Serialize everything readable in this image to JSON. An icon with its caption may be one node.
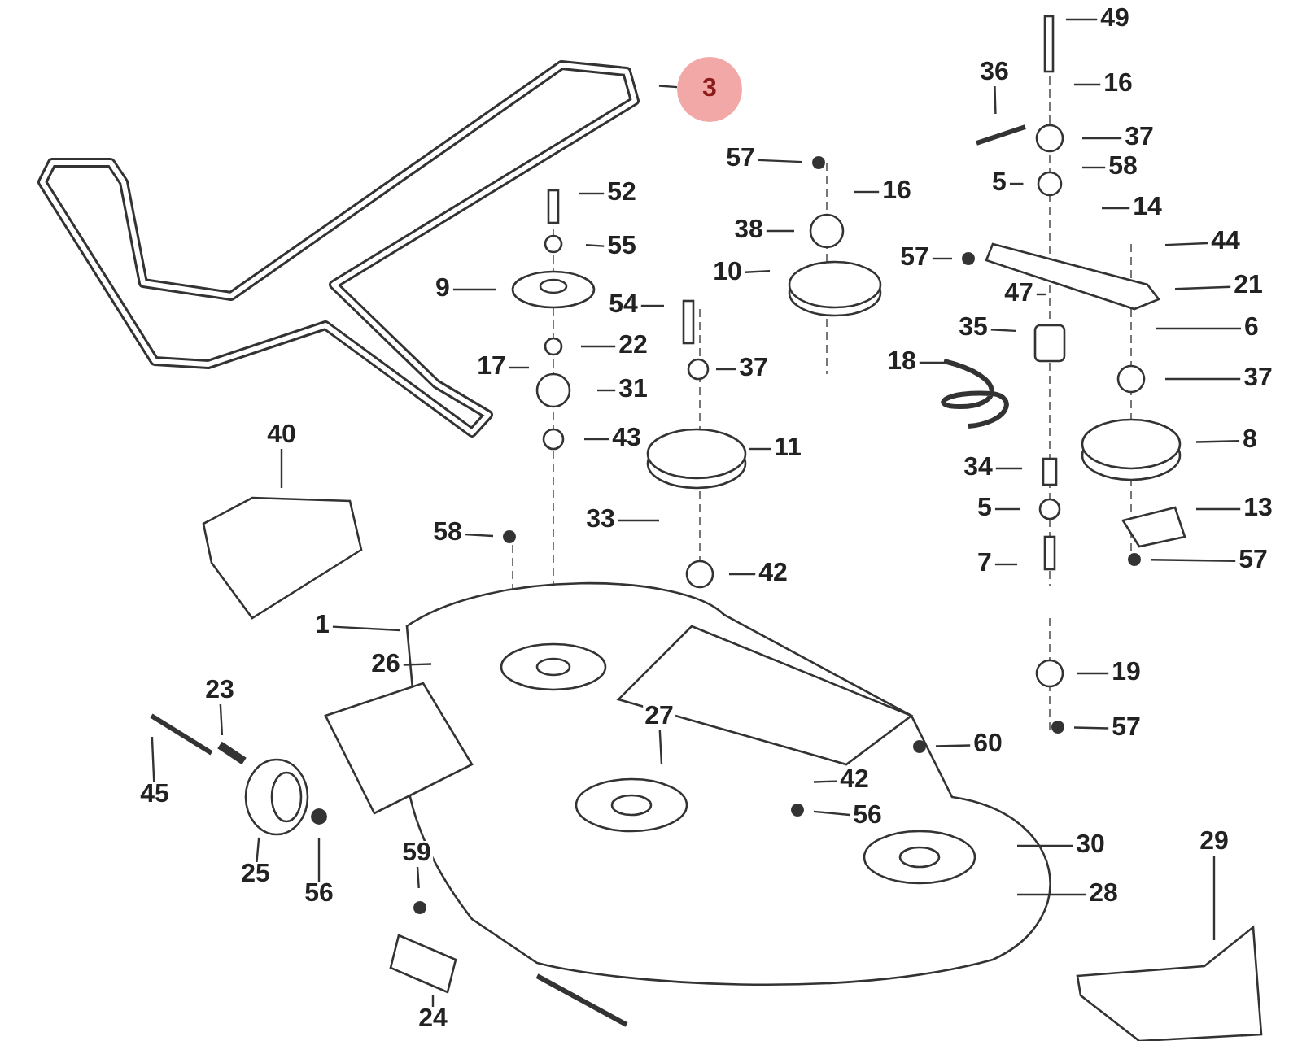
{
  "diagram": {
    "nodes": [
      {
        "text": [
          "49"
        ]
      },
      {
        "text": [
          "16"
        ]
      },
      {
        "text": [
          "3"
        ]
      },
      {
        "text": [
          "36"
        ]
      },
      {
        "text": [
          "37"
        ]
      },
      {
        "text": [
          "57"
        ]
      },
      {
        "text": [
          "58"
        ]
      },
      {
        "text": [
          "5"
        ]
      },
      {
        "text": [
          "16"
        ]
      },
      {
        "text": [
          "52"
        ]
      },
      {
        "text": [
          "14"
        ]
      },
      {
        "text": [
          "38"
        ]
      },
      {
        "text": [
          "44"
        ]
      },
      {
        "text": [
          "55"
        ]
      },
      {
        "text": [
          "57"
        ]
      },
      {
        "text": [
          "10"
        ]
      },
      {
        "text": [
          "21"
        ]
      },
      {
        "text": [
          "9"
        ]
      },
      {
        "text": [
          "47"
        ]
      },
      {
        "text": [
          "54"
        ]
      },
      {
        "text": [
          "35"
        ]
      },
      {
        "text": [
          "6"
        ]
      },
      {
        "text": [
          "22"
        ]
      },
      {
        "text": [
          "18"
        ]
      },
      {
        "text": [
          "17"
        ]
      },
      {
        "text": [
          "37"
        ]
      },
      {
        "text": [
          "37"
        ]
      },
      {
        "text": [
          "31"
        ]
      },
      {
        "text": [
          "43"
        ]
      },
      {
        "text": [
          "40"
        ]
      },
      {
        "text": [
          "11"
        ]
      },
      {
        "text": [
          "8"
        ]
      },
      {
        "text": [
          "34"
        ]
      },
      {
        "text": [
          "5"
        ]
      },
      {
        "text": [
          "13"
        ]
      },
      {
        "text": [
          "33"
        ]
      },
      {
        "text": [
          "58"
        ]
      },
      {
        "text": [
          "7"
        ]
      },
      {
        "text": [
          "57"
        ]
      },
      {
        "text": [
          "42"
        ]
      },
      {
        "text": [
          "1"
        ]
      },
      {
        "text": [
          "26"
        ]
      },
      {
        "text": [
          "19"
        ]
      },
      {
        "text": [
          "23"
        ]
      },
      {
        "text": [
          "27"
        ]
      },
      {
        "text": [
          "57"
        ]
      },
      {
        "text": [
          "60"
        ]
      },
      {
        "text": [
          "42"
        ]
      },
      {
        "text": [
          "45"
        ]
      },
      {
        "text": [
          "56"
        ]
      },
      {
        "text": [
          "30"
        ]
      },
      {
        "text": [
          "25"
        ]
      },
      {
        "text": [
          "59"
        ]
      },
      {
        "text": [
          "56"
        ]
      },
      {
        "text": [
          "29"
        ]
      },
      {
        "text": [
          "28"
        ]
      },
      {
        "text": [
          "24"
        ]
      }
    ],
    "edges": [
      {
        "from": 0,
        "to": null,
        "arrow": "none"
      },
      {
        "from": 1,
        "to": null,
        "arrow": "none"
      },
      {
        "from": 2,
        "to": null,
        "arrow": "none"
      },
      {
        "from": 3,
        "to": null,
        "arrow": "none"
      },
      {
        "from": 4,
        "to": null,
        "arrow": "none"
      },
      {
        "from": 5,
        "to": null,
        "arrow": "none"
      },
      {
        "from": 6,
        "to": null,
        "arrow": "none"
      },
      {
        "from": 7,
        "to": null,
        "arrow": "none"
      },
      {
        "from": 8,
        "to": null,
        "arrow": "none"
      },
      {
        "from": 9,
        "to": null,
        "arrow": "none"
      },
      {
        "from": 10,
        "to": null,
        "arrow": "none"
      },
      {
        "from": 11,
        "to": null,
        "arrow": "none"
      },
      {
        "from": 12,
        "to": null,
        "arrow": "none"
      },
      {
        "from": 13,
        "to": null,
        "arrow": "none"
      },
      {
        "from": 14,
        "to": null,
        "arrow": "none"
      },
      {
        "from": 15,
        "to": null,
        "arrow": "none"
      },
      {
        "from": 16,
        "to": null,
        "arrow": "none"
      },
      {
        "from": 17,
        "to": null,
        "arrow": "none"
      },
      {
        "from": 18,
        "to": null,
        "arrow": "none"
      },
      {
        "from": 19,
        "to": null,
        "arrow": "none"
      },
      {
        "from": 20,
        "to": null,
        "arrow": "none"
      },
      {
        "from": 21,
        "to": null,
        "arrow": "none"
      },
      {
        "from": 22,
        "to": null,
        "arrow": "none"
      },
      {
        "from": 23,
        "to": null,
        "arrow": "none"
      },
      {
        "from": 24,
        "to": null,
        "arrow": "none"
      },
      {
        "from": 25,
        "to": null,
        "arrow": "none"
      },
      {
        "from": 26,
        "to": null,
        "arrow": "none"
      },
      {
        "from": 27,
        "to": null,
        "arrow": "none"
      },
      {
        "from": 28,
        "to": null,
        "arrow": "none"
      },
      {
        "from": 29,
        "to": null,
        "arrow": "none"
      },
      {
        "from": 30,
        "to": null,
        "arrow": "none"
      },
      {
        "from": 31,
        "to": null,
        "arrow": "none"
      },
      {
        "from": 32,
        "to": null,
        "arrow": "none"
      },
      {
        "from": 33,
        "to": null,
        "arrow": "none"
      },
      {
        "from": 34,
        "to": null,
        "arrow": "none"
      },
      {
        "from": 35,
        "to": null,
        "arrow": "none"
      },
      {
        "from": 36,
        "to": null,
        "arrow": "none"
      },
      {
        "from": 37,
        "to": null,
        "arrow": "none"
      },
      {
        "from": 38,
        "to": null,
        "arrow": "none"
      },
      {
        "from": 39,
        "to": null,
        "arrow": "none"
      },
      {
        "from": 40,
        "to": null,
        "arrow": "none"
      },
      {
        "from": 41,
        "to": null,
        "arrow": "none"
      },
      {
        "from": 42,
        "to": null,
        "arrow": "none"
      },
      {
        "from": 43,
        "to": null,
        "arrow": "none"
      },
      {
        "from": 44,
        "to": null,
        "arrow": "none"
      },
      {
        "from": 45,
        "to": null,
        "arrow": "none"
      },
      {
        "from": 46,
        "to": null,
        "arrow": "none"
      },
      {
        "from": 47,
        "to": null,
        "arrow": "none"
      },
      {
        "from": 48,
        "to": null,
        "arrow": "none"
      },
      {
        "from": 49,
        "to": null,
        "arrow": "none"
      },
      {
        "from": 50,
        "to": null,
        "arrow": "none"
      },
      {
        "from": 51,
        "to": null,
        "arrow": "none"
      },
      {
        "from": 52,
        "to": null,
        "arrow": "none"
      },
      {
        "from": 53,
        "to": null,
        "arrow": "none"
      },
      {
        "from": 54,
        "to": null,
        "arrow": "none"
      },
      {
        "from": 55,
        "to": null,
        "arrow": "none"
      },
      {
        "from": 56,
        "to": null,
        "arrow": "none"
      }
    ]
  }
}
